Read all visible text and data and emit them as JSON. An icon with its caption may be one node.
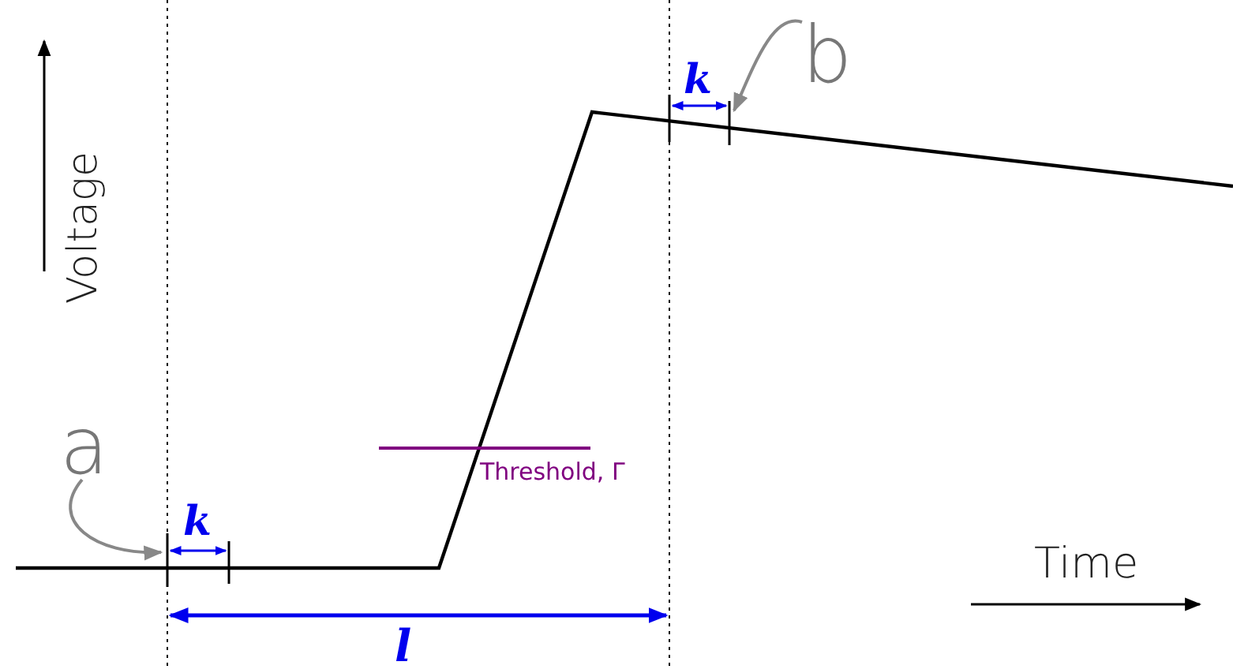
{
  "diagram": {
    "nodes": [
      {
        "text": [
          "a"
        ]
      },
      {
        "text": [
          "b"
        ]
      }
    ],
    "edges": [
      {
        "from": 0,
        "to": null,
        "arrow": "to"
      },
      {
        "from": 1,
        "to": null,
        "arrow": "to"
      }
    ],
    "labels": [
      "k",
      "Voltage",
      "Threshold, Γ",
      "k",
      "Time",
      "l"
    ]
  }
}
